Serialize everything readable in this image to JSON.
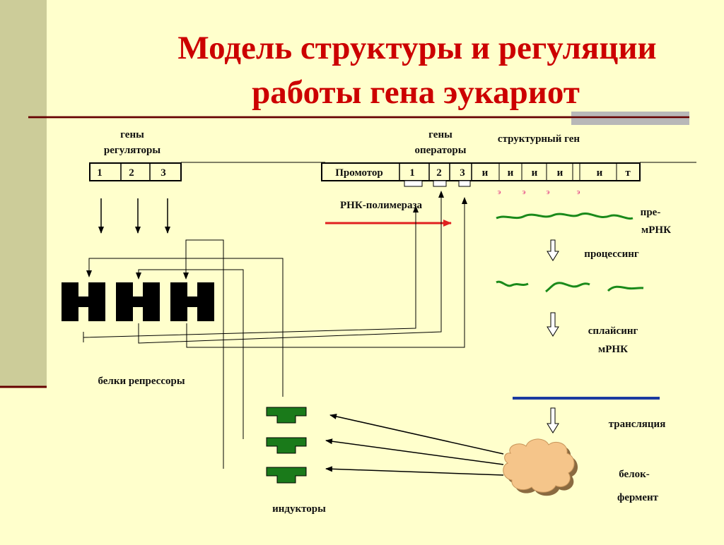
{
  "title": {
    "line1": "Модель структуры и регуляции",
    "line2": "работы гена эукариот"
  },
  "labels": {
    "regulator_genes_1": "гены",
    "regulator_genes_2": "регуляторы",
    "operator_genes_1": "гены",
    "operator_genes_2": "операторы",
    "structural_gene": "структурный ген",
    "rna_polymerase": "РНК-полимераза",
    "pre_mrna_1": "пре-",
    "pre_mrna_2": "мРНК",
    "processing": "процессинг",
    "splicing_1": "сплайсинг",
    "splicing_2": "мРНК",
    "repressor_proteins": "белки репрессоры",
    "translation": "трансляция",
    "enzyme_1": "белок-",
    "enzyme_2": "фермент",
    "inducers": "индукторы"
  },
  "regulator_cells": [
    "1",
    "2",
    "3"
  ],
  "operon_cells": [
    "Промотор",
    "1",
    "2",
    "3",
    "и",
    "и",
    "и",
    "и",
    "и",
    "т"
  ],
  "exon_marks": [
    "э",
    "э",
    "э",
    "э"
  ],
  "colors": {
    "title": "#cc0000",
    "background": "#ffffcc",
    "sidebar": "#cccc99",
    "rna": "#1a8a1a",
    "polymerase_arrow": "#e02020",
    "protein_line": "#1a3aa0",
    "cloud": "#f5c58a",
    "inducer": "#1a7a1a",
    "exon_mark": "#e0207a"
  }
}
